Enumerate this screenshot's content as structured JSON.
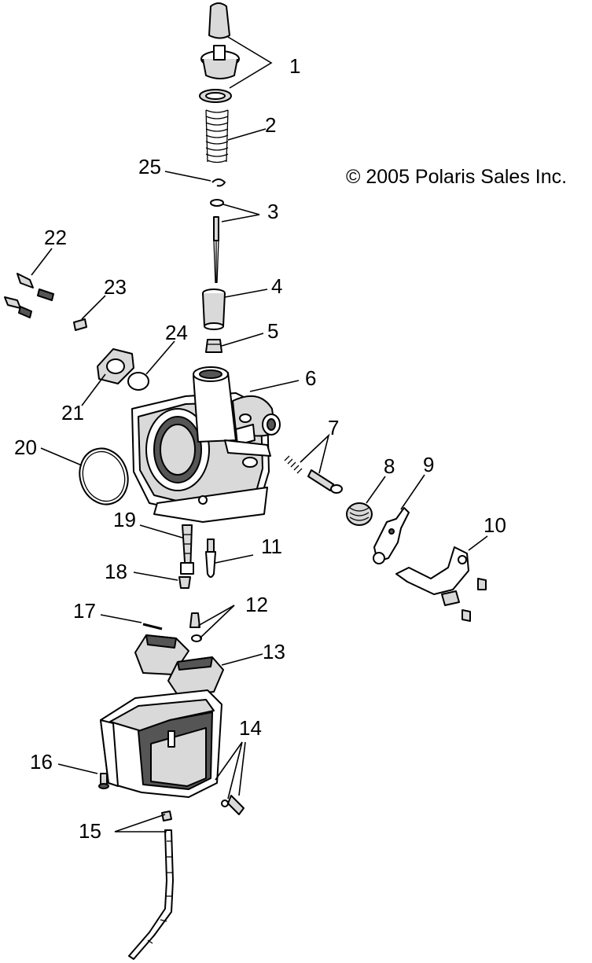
{
  "copyright": "© 2005 Polaris Sales Inc.",
  "callouts": {
    "c1": "1",
    "c2": "2",
    "c3": "3",
    "c4": "4",
    "c5": "5",
    "c6": "6",
    "c7": "7",
    "c8": "8",
    "c9": "9",
    "c10": "10",
    "c11": "11",
    "c12": "12",
    "c13": "13",
    "c14": "14",
    "c15": "15",
    "c16": "16",
    "c17": "17",
    "c18": "18",
    "c19": "19",
    "c20": "20",
    "c21": "21",
    "c22": "22",
    "c23": "23",
    "c24": "24",
    "c25": "25"
  }
}
